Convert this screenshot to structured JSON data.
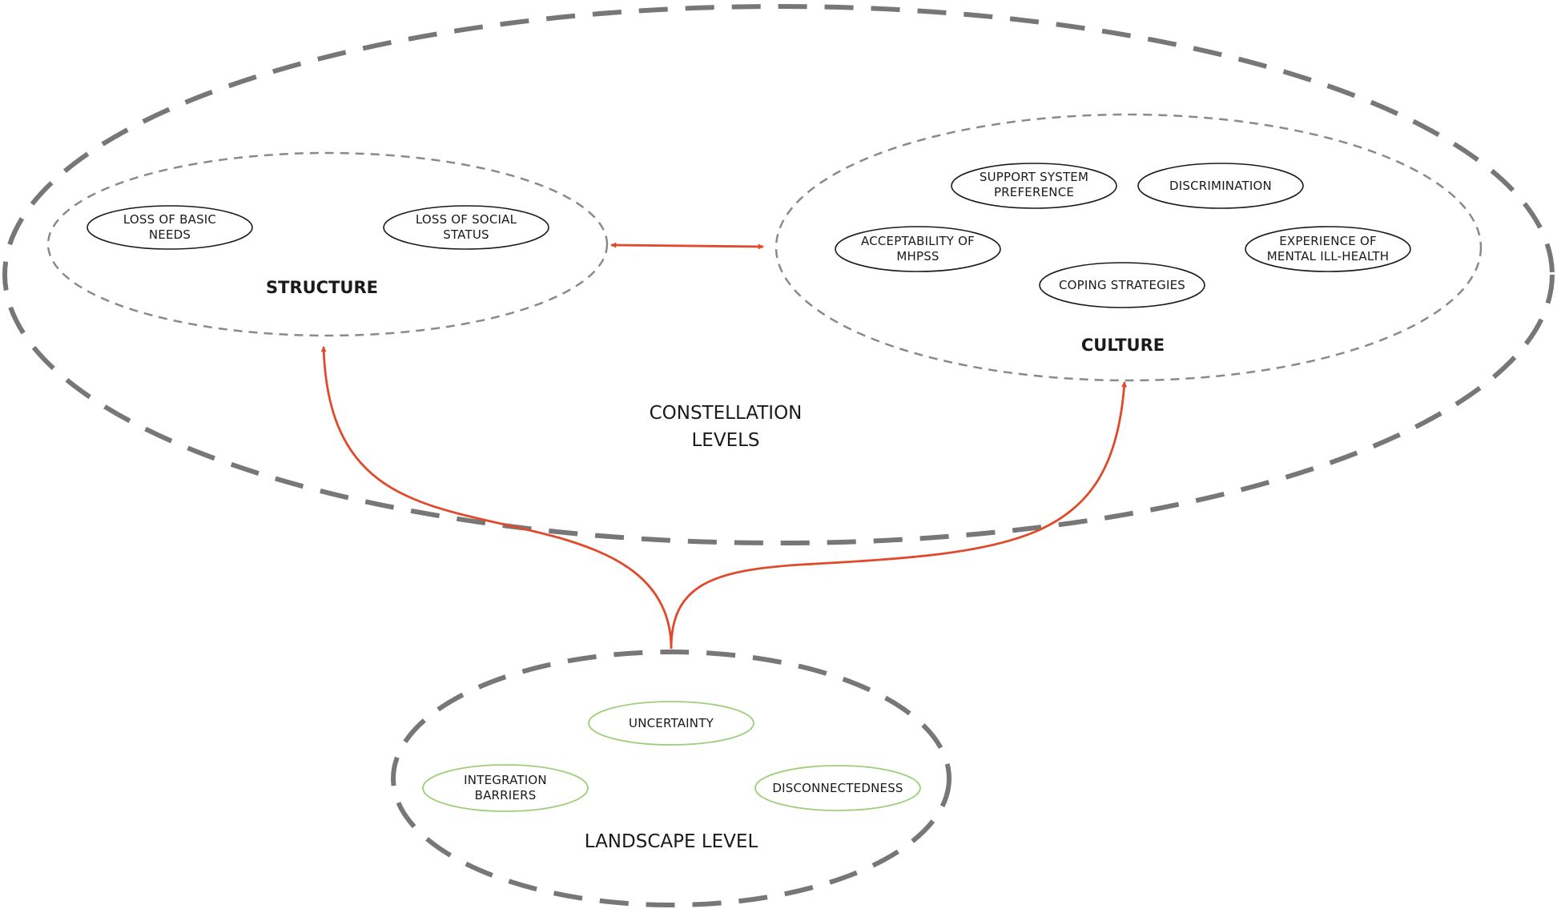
{
  "colors": {
    "outer_dash": "#777777",
    "inner_dash": "#8a8a8a",
    "node_stroke": "#1a1a1a",
    "landscape_node_stroke": "#9dcf7a",
    "arrow": "#e04a2a"
  },
  "constellation": {
    "label_line1": "CONSTELLATION",
    "label_line2": "LEVELS",
    "structure": {
      "title": "STRUCTURE",
      "nodes": [
        {
          "line1": "LOSS OF BASIC",
          "line2": "NEEDS"
        },
        {
          "line1": "LOSS OF SOCIAL",
          "line2": "STATUS"
        }
      ]
    },
    "culture": {
      "title": "CULTURE",
      "nodes": [
        {
          "line1": "SUPPORT SYSTEM",
          "line2": "PREFERENCE"
        },
        {
          "line1": "DISCRIMINATION",
          "line2": ""
        },
        {
          "line1": "ACCEPTABILITY OF",
          "line2": "MHPSS"
        },
        {
          "line1": "EXPERIENCE OF",
          "line2": "MENTAL ILL-HEALTH"
        },
        {
          "line1": "COPING STRATEGIES",
          "line2": ""
        }
      ]
    }
  },
  "landscape": {
    "label": "LANDSCAPE LEVEL",
    "nodes": [
      {
        "line1": "UNCERTAINTY",
        "line2": ""
      },
      {
        "line1": "INTEGRATION",
        "line2": "BARRIERS"
      },
      {
        "line1": "DISCONNECTEDNESS",
        "line2": ""
      }
    ]
  }
}
